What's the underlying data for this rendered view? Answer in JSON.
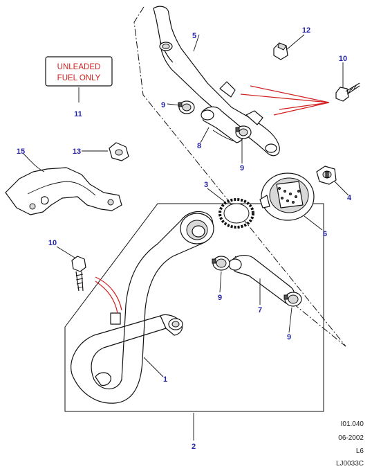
{
  "sign": {
    "line1": "UNLEADED",
    "line2": "FUEL ONLY"
  },
  "callouts": {
    "c1": "1",
    "c2": "2",
    "c3": "3",
    "c4": "4",
    "c5": "5",
    "c6": "6",
    "c7": "7",
    "c8": "8",
    "c9a": "9",
    "c9b": "9",
    "c9c": "9",
    "c9d": "9",
    "c10a": "10",
    "c10b": "10",
    "c11": "11",
    "c12": "12",
    "c13": "13",
    "c15": "15"
  },
  "reference": {
    "line1": "I01.040",
    "line2": "06-2002",
    "line3": "L6",
    "line4": "LJ0033C"
  },
  "colors": {
    "callout": "#2424a8",
    "sign": "#d21f1f",
    "line": "#111111"
  }
}
